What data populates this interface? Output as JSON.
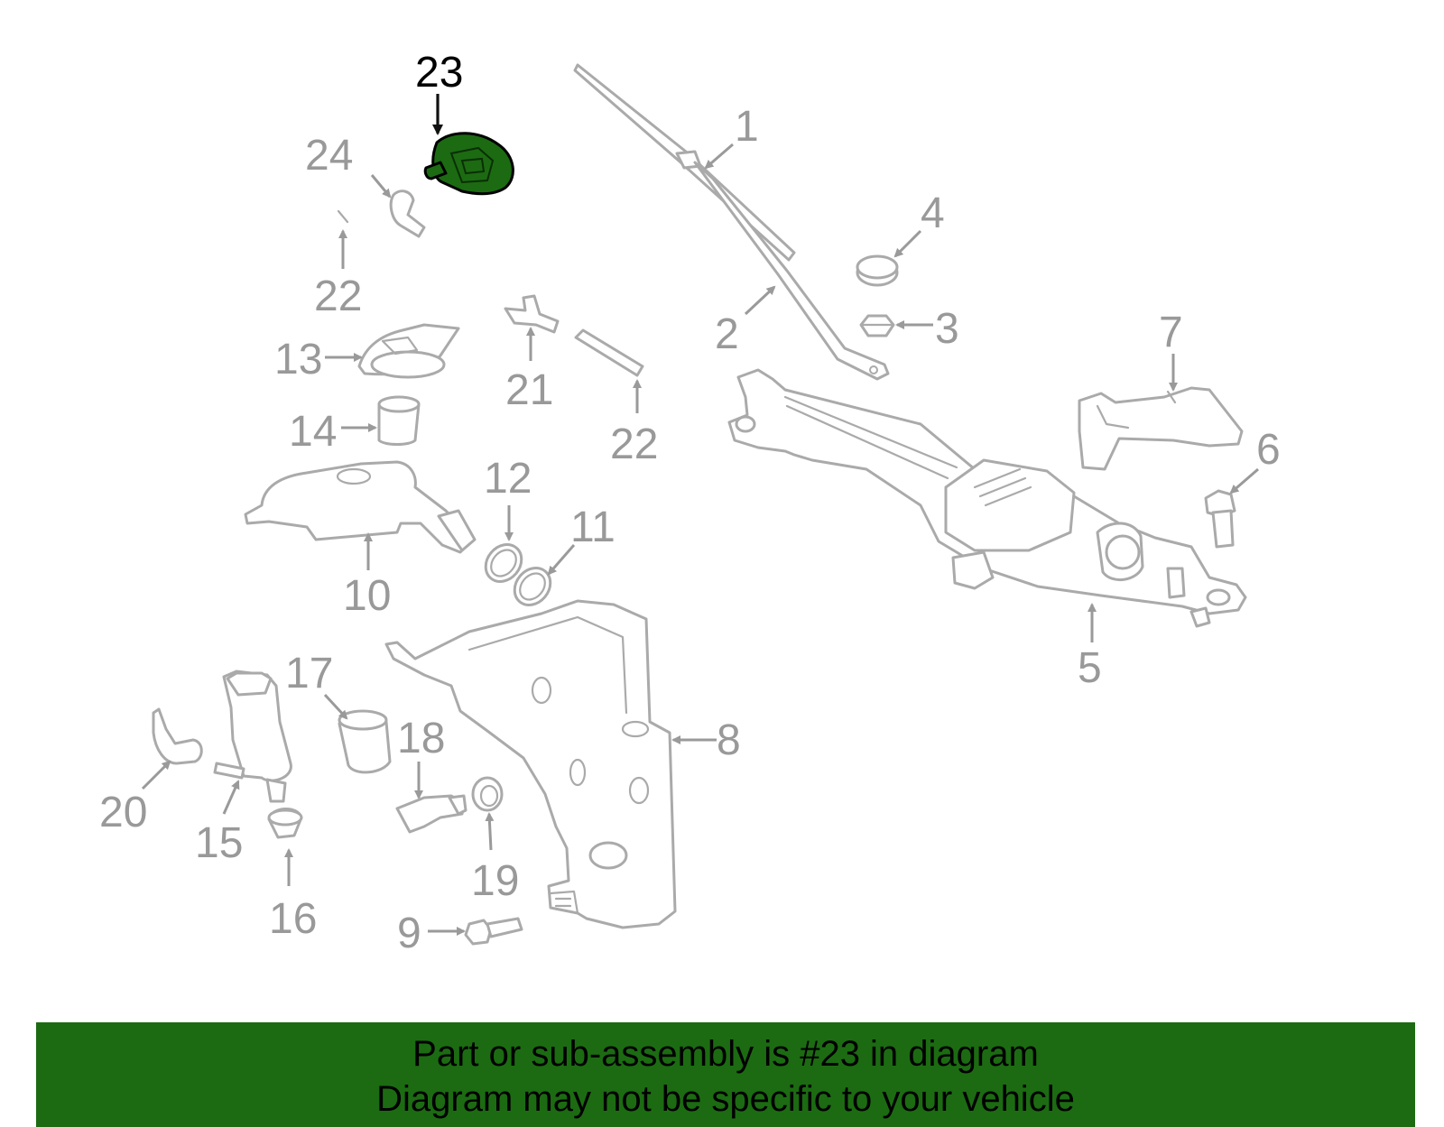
{
  "banner": {
    "line1": "Part or sub-assembly is #23 in diagram",
    "line2": "Diagram may not be specific to your vehicle",
    "color": "#1c6b12"
  },
  "highlighted_part": "23",
  "colors": {
    "part_outline": "#aaaaaa",
    "callout_text": "#999999",
    "highlight_fill": "#1c6b12",
    "highlight_text": "#000000"
  },
  "callouts": {
    "c1": "1",
    "c2": "2",
    "c3": "3",
    "c4": "4",
    "c5": "5",
    "c6": "6",
    "c7": "7",
    "c8": "8",
    "c9": "9",
    "c10": "10",
    "c11": "11",
    "c12": "12",
    "c13": "13",
    "c14": "14",
    "c15": "15",
    "c16": "16",
    "c17": "17",
    "c18": "18",
    "c19": "19",
    "c20": "20",
    "c21": "21",
    "c22a": "22",
    "c22b": "22",
    "c23": "23",
    "c24": "24"
  }
}
